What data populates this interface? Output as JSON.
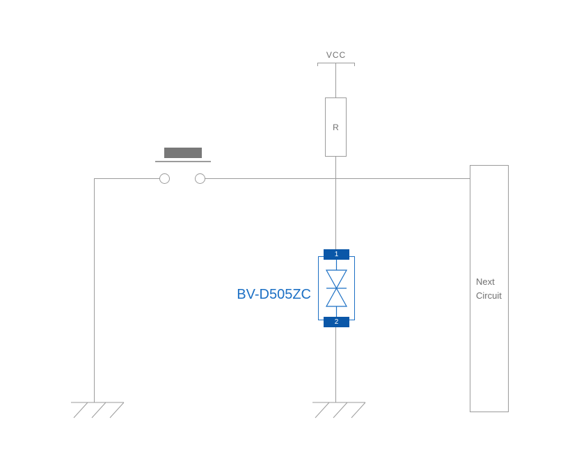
{
  "diagram": {
    "type": "circuit-schematic",
    "labels": {
      "power_rail": "VCC",
      "resistor": "R",
      "device": "BV-D505ZC",
      "pin_top": "1",
      "pin_bottom": "2",
      "next_circuit": "Next Circuit"
    },
    "icons": {
      "ground": "earth-ground-symbol",
      "tvs": "bidirectional-tvs-diode-symbol",
      "switch": "push-button-switch-symbol"
    },
    "colors": {
      "wire": "#9b9b9b",
      "text": "#6f6f6f",
      "blue": "#1b6fc4",
      "pin": "#0a57a8",
      "button": "#787878"
    }
  }
}
